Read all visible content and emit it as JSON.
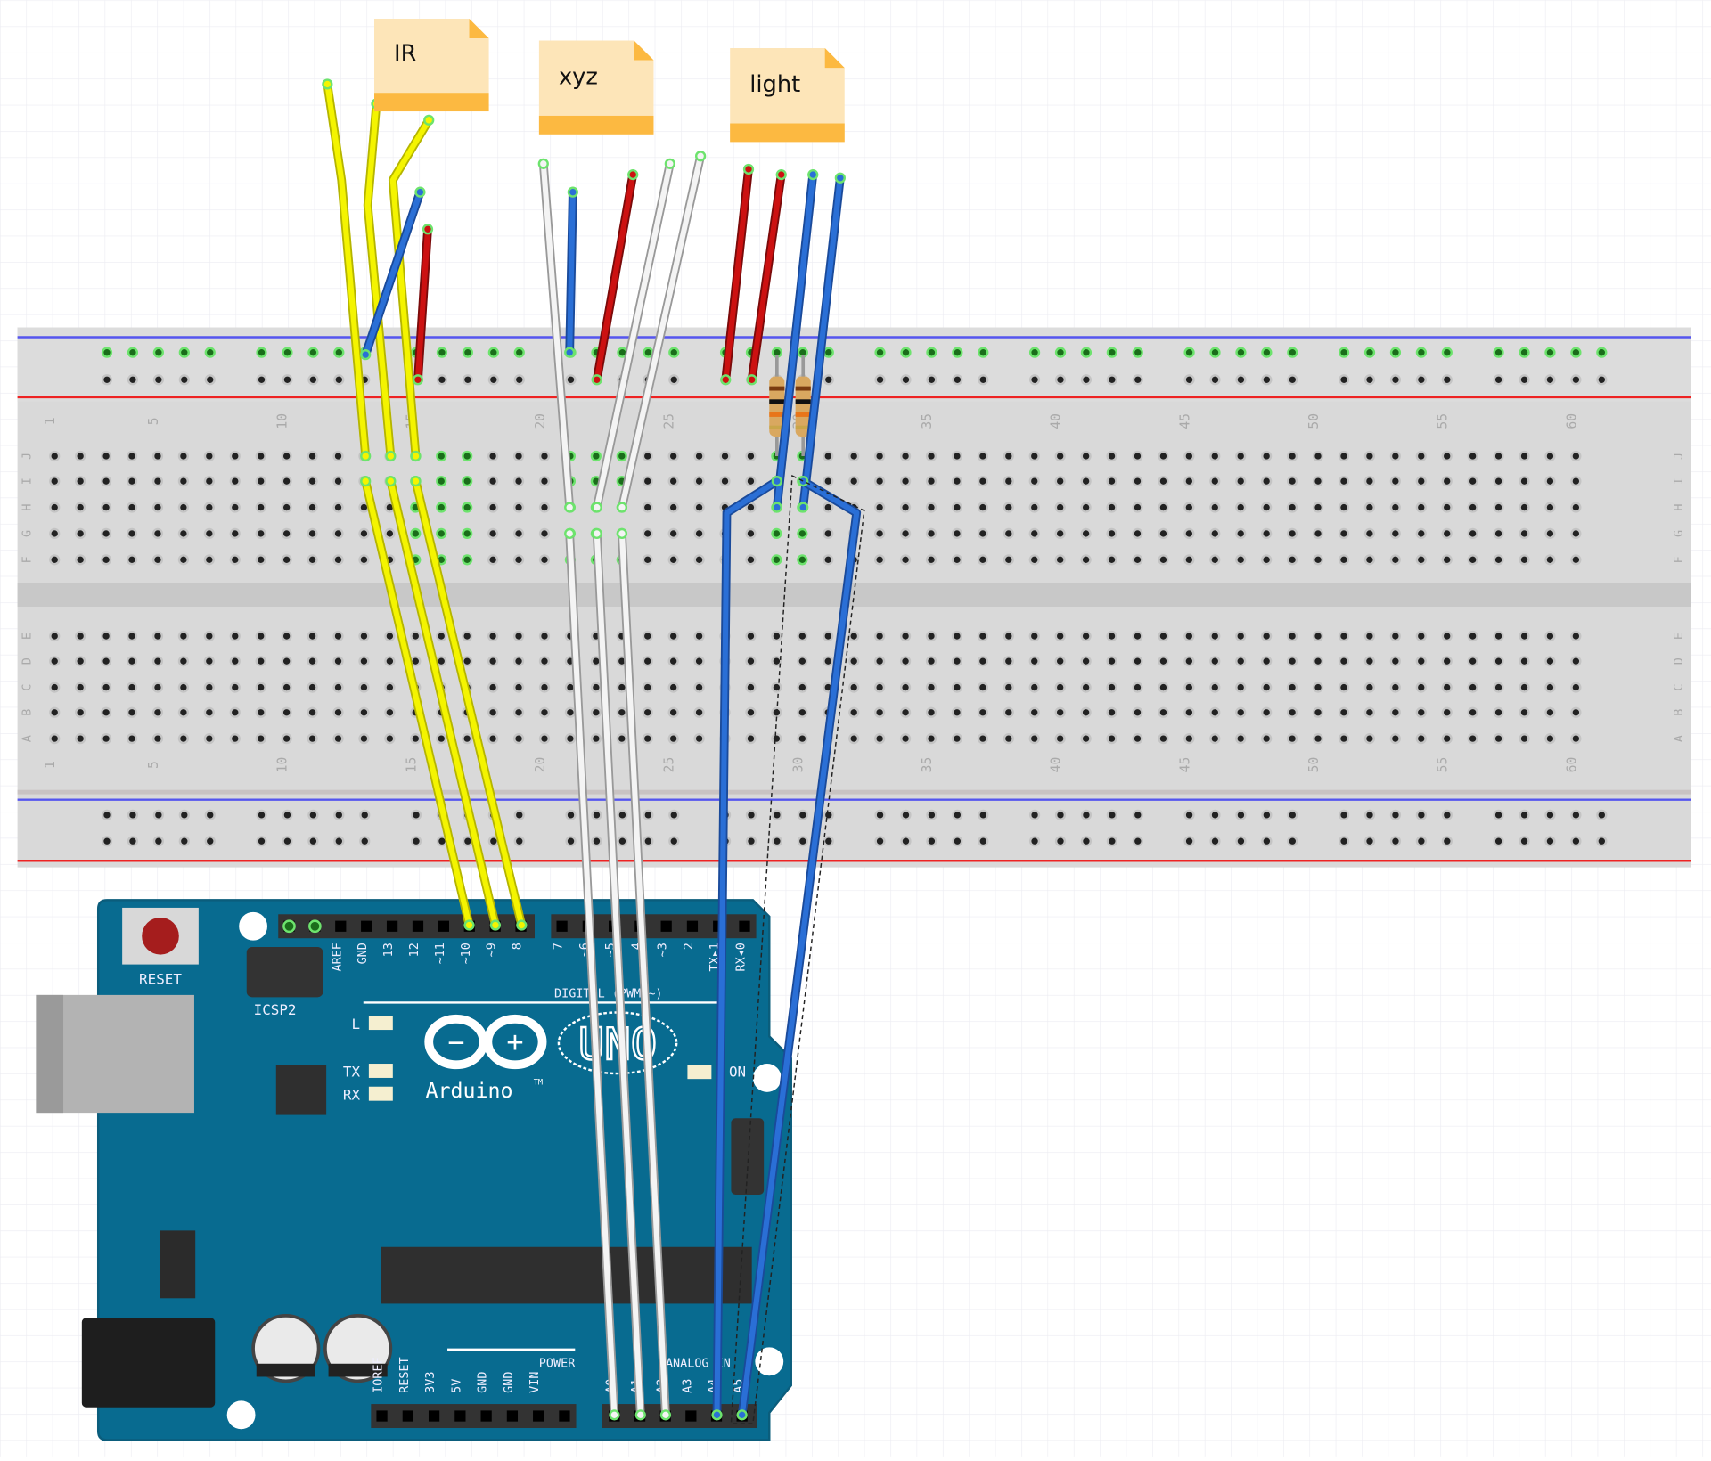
{
  "notes": [
    {
      "label": "IR"
    },
    {
      "label": "xyz"
    },
    {
      "label": "light"
    }
  ],
  "breadboard": {
    "row_letters_top": [
      "J",
      "I",
      "H",
      "G",
      "F"
    ],
    "row_letters_bottom": [
      "E",
      "D",
      "C",
      "B",
      "A"
    ],
    "column_numbers": [
      "1",
      "5",
      "10",
      "15",
      "20",
      "25",
      "30",
      "35",
      "40",
      "45",
      "50",
      "55",
      "60"
    ],
    "columns": 60
  },
  "arduino": {
    "brand": "Arduino",
    "trademark": "TM",
    "model": "UNO",
    "reset_label": "RESET",
    "icsp_label": "ICSP2",
    "led_labels": [
      "L",
      "TX",
      "RX",
      "ON"
    ],
    "digital_label": "DIGITAL (PWM=~)",
    "power_label": "POWER",
    "analog_label": "ANALOG IN",
    "digital_pins_left": [
      "AREF",
      "GND",
      "13",
      "12",
      "~11",
      "~10",
      "~9",
      "8"
    ],
    "digital_pins_right": [
      "7",
      "~6",
      "~5",
      "4",
      "~3",
      "2",
      "TX▸1",
      "RX◂0"
    ],
    "power_pins": [
      "IOREF",
      "RESET",
      "3V3",
      "5V",
      "GND",
      "GND",
      "VIN"
    ],
    "analog_pins": [
      "A0",
      "A1",
      "A2",
      "A3",
      "A4",
      "A5"
    ]
  },
  "colors": {
    "canvas": "#ffffff",
    "grid": "#ececf2",
    "breadboard": "#d9d9d9",
    "rail_blue": "#5555ee",
    "rail_red": "#ee2222",
    "board": "#086b90",
    "wire_yellow": "#f4f400",
    "wire_red": "#cc1111",
    "wire_blue": "#2a6fd6",
    "wire_white": "#f4f4f4",
    "note": "#fde5b8",
    "note_band": "#fcb941"
  }
}
